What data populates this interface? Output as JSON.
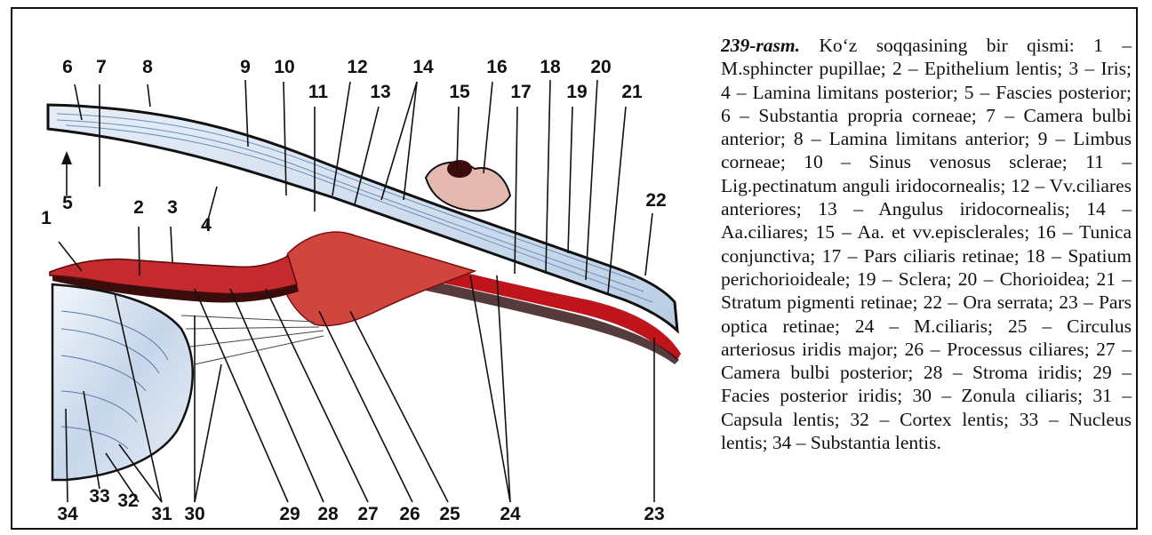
{
  "caption": {
    "figure_number": "239-rasm.",
    "title": "Ko‘z soqqasining bir qismi:",
    "body": "1 – M.sphincter pupillae; 2 – Epithelium lentis; 3 – Iris; 4 – Lamina limitans posterior; 5 – Fascies posterior; 6 – Substantia propria corneae; 7 – Camera bulbi anterior; 8 – Lamina limitans anterior; 9 – Limbus corneae; 10 – Sinus venosus sclerae; 11 – Lig.pectinatum anguli iridocornealis; 12 – Vv.ciliares anteriores; 13 – Angulus iridocornealis; 14 – Aa.ciliares; 15 – Aa. et vv.episclerales; 16 – Tunica conjunctiva; 17 – Pars ciliaris retinae; 18 – Spatium perichorioideale; 19 – Sclera; 20 – Chorioidea; 21 –Stratum pigmenti retinae; 22 – Ora serrata; 23 – Pars optica retinae; 24 – M.ciliaris; 25 – Circulus arteriosus iridis major; 26 – Processus ciliares; 27 – Camera bulbi posterior; 28 – Stroma iridis; 29 – Facies posterior iridis; 30 – Zonula ciliaris; 31 – Capsula lentis; 32 – Cortex lentis; 33 – Nucleus lentis; 34 – Substantia lentis."
  },
  "labels": {
    "l1": "1",
    "l2": "2",
    "l3": "3",
    "l4": "4",
    "l5": "5",
    "l6": "6",
    "l7": "7",
    "l8": "8",
    "l9": "9",
    "l10": "10",
    "l11": "11",
    "l12": "12",
    "l13": "13",
    "l14": "14",
    "l15": "15",
    "l16": "16",
    "l17": "17",
    "l18": "18",
    "l19": "19",
    "l20": "20",
    "l21": "21",
    "l22": "22",
    "l23": "23",
    "l24": "24",
    "l25": "25",
    "l26": "26",
    "l27": "27",
    "l28": "28",
    "l29": "29",
    "l30": "30",
    "l31": "31",
    "l32": "32",
    "l33": "33",
    "l34": "34"
  },
  "colors": {
    "cornea": "#cfdcec",
    "lens": "#c6d6ea",
    "iris": "#c42a2e",
    "choroid": "#c0141c",
    "pigment": "#2a0a0a",
    "line": "#111111"
  }
}
